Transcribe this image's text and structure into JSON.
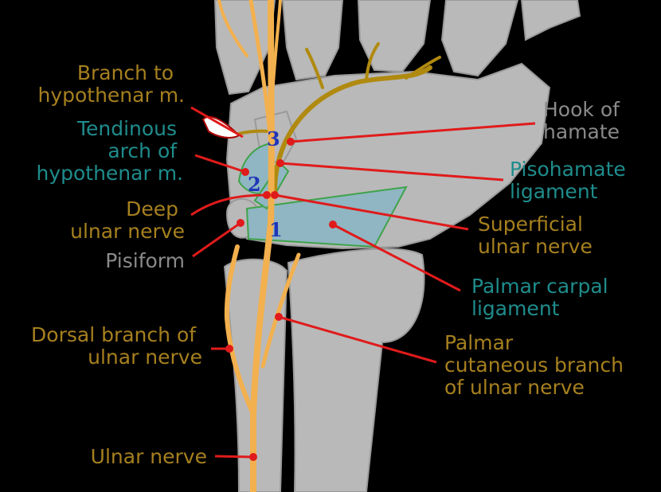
{
  "colors": {
    "background": "#000000",
    "bone": "#b9b9b9",
    "bone_edge": "#9a9a9a",
    "nerve": "#f2b04e",
    "deep_nerve": "#b08a10",
    "ligament": "#8fb6c2",
    "leader": "#e01b1b",
    "label_gold": "#a6801f",
    "label_teal": "#1f8c8c",
    "label_gray": "#8a8a8a",
    "number": "#1f36b8"
  },
  "labels": {
    "branch_to_hypothenar": [
      "Branch to",
      "hypothenar m."
    ],
    "tendinous_arch": [
      "Tendinous",
      "arch of",
      "hypothenar m."
    ],
    "deep_ulnar_nerve": [
      "Deep",
      "ulnar nerve"
    ],
    "pisiform": [
      "Pisiform"
    ],
    "dorsal_branch": [
      "Dorsal branch of",
      "ulnar nerve"
    ],
    "ulnar_nerve": [
      "Ulnar nerve"
    ],
    "hook_of_hamate": [
      "Hook of",
      "hamate"
    ],
    "pisohamate_ligament": [
      "Pisohamate",
      "ligament"
    ],
    "superficial_ulnar_nerve": [
      "Superficial",
      "ulnar nerve"
    ],
    "palmar_carpal_ligament": [
      "Palmar carpal",
      "ligament"
    ],
    "palmar_cutaneous_branch": [
      "Palmar",
      "cutaneous branch",
      "of ulnar nerve"
    ]
  },
  "numbers": {
    "zone1": "1",
    "zone2": "2",
    "zone3": "3"
  }
}
